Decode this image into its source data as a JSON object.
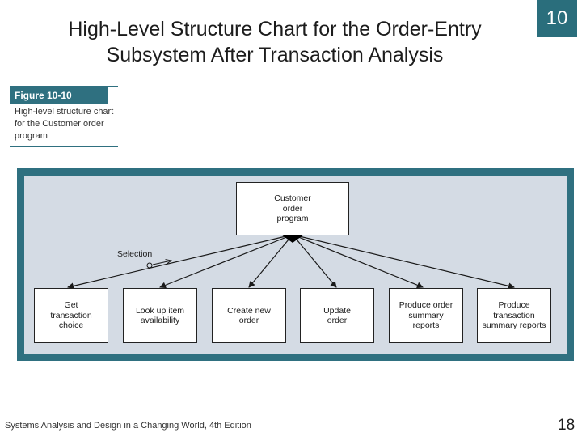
{
  "slide": {
    "title": "High-Level Structure Chart for the Order-Entry Subsystem After Transaction Analysis",
    "chapter": "10",
    "page_number": "18",
    "footer": "Systems Analysis and Design in a Changing World, 4th Edition"
  },
  "figure": {
    "label": "Figure 10-10",
    "description": "High-level structure chart for the Customer order program"
  },
  "diagram": {
    "root": "Customer\norder\nprogram",
    "selection_label": "Selection",
    "children": [
      "Get\ntransaction\nchoice",
      "Look up item\navailability",
      "Create new\norder",
      "Update\norder",
      "Produce order\nsummary\nreports",
      "Produce\ntransaction\nsummary reports"
    ]
  },
  "colors": {
    "accent": "#2f7080",
    "panel": "#d4dbe4"
  }
}
